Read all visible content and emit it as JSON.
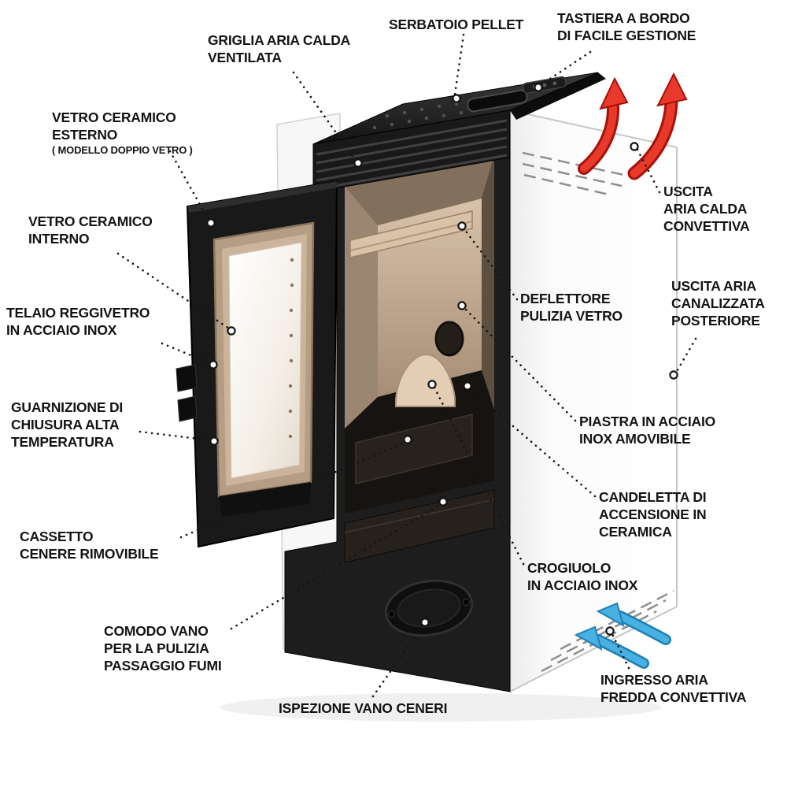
{
  "diagram": {
    "type": "labeled-cutaway",
    "language": "it"
  },
  "colors": {
    "hot_air_arrow": "#e8392b",
    "hot_air_arrow_dark": "#a51208",
    "cold_air_arrow": "#49b0e2",
    "cold_air_arrow_dark": "#1d7fb5",
    "label_text": "#141414",
    "background": "#ffffff"
  },
  "icons": [
    {
      "name": "hot-air-arrows",
      "meaning": "flusso aria calda in uscita",
      "color": "#e8392b"
    },
    {
      "name": "cold-air-arrows",
      "meaning": "flusso aria fredda in ingresso",
      "color": "#49b0e2"
    }
  ],
  "labels": [
    {
      "id": "griglia",
      "text": "GRIGLIA ARIA CALDA\nVENTILATA"
    },
    {
      "id": "serbatoio",
      "text": "SERBATOIO PELLET"
    },
    {
      "id": "tastiera",
      "text": "TASTIERA A BORDO\nDI FACILE GESTIONE"
    },
    {
      "id": "vetro_esterno",
      "text": "VETRO CERAMICO\nESTERNO",
      "note": "( MODELLO DOPPIO VETRO )"
    },
    {
      "id": "vetro_interno",
      "text": "VETRO CERAMICO\nINTERNO"
    },
    {
      "id": "telaio",
      "text": "TELAIO REGGIVETRO\nIN ACCIAIO INOX"
    },
    {
      "id": "guarnizione",
      "text": "GUARNIZIONE DI\nCHIUSURA ALTA\nTEMPERATURA"
    },
    {
      "id": "cassetto",
      "text": "CASSETTO\nCENERE RIMOVIBILE"
    },
    {
      "id": "comodo_vano",
      "text": "COMODO VANO\nPER LA PULIZIA\nPASSAGGIO FUMI"
    },
    {
      "id": "ispezione",
      "text": "ISPEZIONE VANO CENERI"
    },
    {
      "id": "uscita_calda",
      "text": "USCITA\nARIA CALDA\nCONVETTIVA"
    },
    {
      "id": "uscita_canalizzata",
      "text": "USCITA ARIA\nCANALIZZATA\nPOSTERIORE"
    },
    {
      "id": "deflettore",
      "text": "DEFLETTORE\nPULIZIA VETRO"
    },
    {
      "id": "piastra",
      "text": "PIASTRA IN ACCIAIO\nINOX AMOVIBILE"
    },
    {
      "id": "candeletta",
      "text": "CANDELETTA DI\nACCENSIONE IN\nCERAMICA"
    },
    {
      "id": "crogiuolo",
      "text": "CROGIUOLO\nIN ACCIAIO INOX"
    },
    {
      "id": "ingresso",
      "text": "INGRESSO ARIA\nFREDDA CONVETTIVA"
    }
  ]
}
